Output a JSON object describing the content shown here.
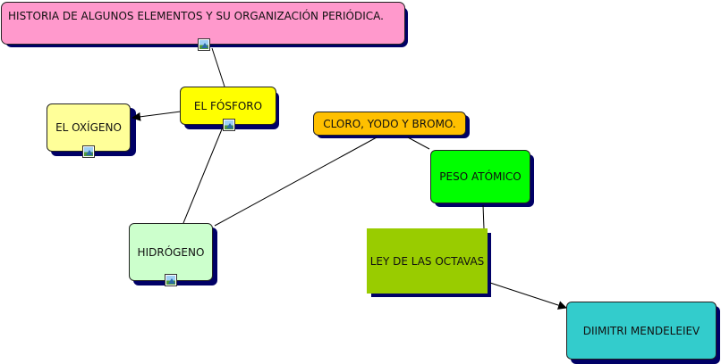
{
  "concept_map": {
    "nodes": {
      "historia": {
        "label": "HISTORIA DE ALGUNOS ELEMENTOS Y SU ORGANIZACIÓN PERIÓDICA.",
        "color": "#ff99cc",
        "has_image_icon": true
      },
      "fosforo": {
        "label": "EL  FÓSFORO",
        "color": "#ffff00",
        "has_image_icon": true
      },
      "oxigeno": {
        "label": "EL OXÍGENO",
        "color": "#ffff99",
        "has_image_icon": true
      },
      "cloro": {
        "label": "CLORO, YODO Y BROMO.",
        "color": "#ffc000",
        "has_image_icon": false
      },
      "peso": {
        "label": "PESO ATÓMICO",
        "color": "#00ff00",
        "has_image_icon": false
      },
      "hidrogeno": {
        "label": "HIDRÓGENO",
        "color": "#ccffcc",
        "has_image_icon": true
      },
      "octavas": {
        "label": "LEY DE LAS OCTAVAS",
        "color": "#99cc00",
        "has_image_icon": false
      },
      "mendeleiev": {
        "label": "DIIMITRI MENDELEIEV",
        "color": "#33cccc",
        "has_image_icon": false
      }
    },
    "connections": [
      {
        "from": "historia",
        "to": "fosforo",
        "arrow": false
      },
      {
        "from": "fosforo",
        "to": "oxigeno",
        "arrow": true
      },
      {
        "from": "fosforo",
        "to": "hidrogeno",
        "arrow": false
      },
      {
        "from": "hidrogeno",
        "to": "cloro",
        "arrow": false
      },
      {
        "from": "cloro",
        "to": "peso",
        "arrow": false
      },
      {
        "from": "peso",
        "to": "octavas",
        "arrow": false
      },
      {
        "from": "octavas",
        "to": "mendeleiev",
        "arrow": true
      }
    ],
    "shadow_color": "#000066",
    "line_color": "#000000"
  }
}
